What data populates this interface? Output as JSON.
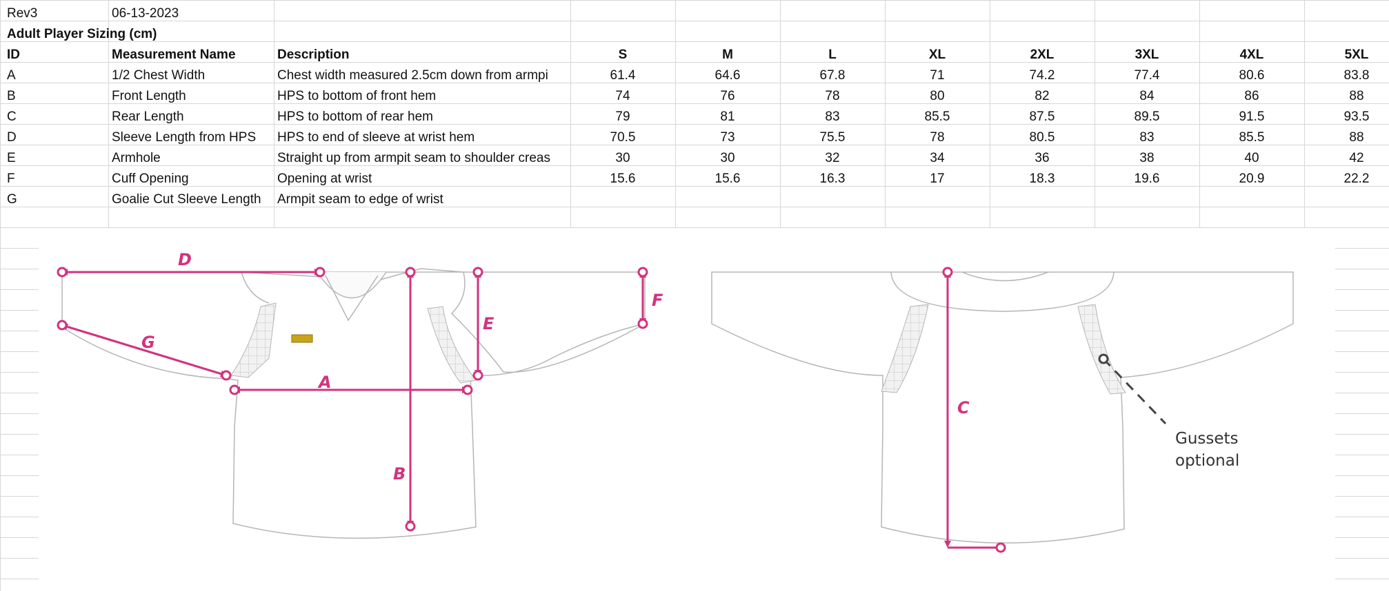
{
  "sheet": {
    "rev_label": "Rev3",
    "rev_date": "06-13-2023",
    "title": "Adult Player Sizing (cm)",
    "headers": {
      "id": "ID",
      "name": "Measurement Name",
      "description": "Description",
      "sizes": [
        "S",
        "M",
        "L",
        "XL",
        "2XL",
        "3XL",
        "4XL",
        "5XL"
      ]
    },
    "rows": [
      {
        "id": "A",
        "name": "1/2 Chest Width",
        "description": "Chest width measured 2.5cm down from armpi",
        "values": [
          "61.4",
          "64.6",
          "67.8",
          "71",
          "74.2",
          "77.4",
          "80.6",
          "83.8"
        ]
      },
      {
        "id": "B",
        "name": "Front Length",
        "description": "HPS to bottom of front hem",
        "values": [
          "74",
          "76",
          "78",
          "80",
          "82",
          "84",
          "86",
          "88"
        ]
      },
      {
        "id": "C",
        "name": "Rear Length",
        "description": "HPS to bottom of rear hem",
        "values": [
          "79",
          "81",
          "83",
          "85.5",
          "87.5",
          "89.5",
          "91.5",
          "93.5"
        ]
      },
      {
        "id": "D",
        "name": "Sleeve Length from HPS",
        "description": "HPS to end of sleeve at wrist hem",
        "values": [
          "70.5",
          "73",
          "75.5",
          "78",
          "80.5",
          "83",
          "85.5",
          "88"
        ]
      },
      {
        "id": "E",
        "name": "Armhole",
        "description": "Straight up from armpit seam to shoulder creas",
        "values": [
          "30",
          "30",
          "32",
          "34",
          "36",
          "38",
          "40",
          "42"
        ]
      },
      {
        "id": "F",
        "name": "Cuff Opening",
        "description": "Opening at wrist",
        "values": [
          "15.6",
          "15.6",
          "16.3",
          "17",
          "18.3",
          "19.6",
          "20.9",
          "22.2"
        ]
      },
      {
        "id": "G",
        "name": "Goalie Cut Sleeve Length",
        "description": "Armpit seam to edge of wrist",
        "values": [
          "",
          "",
          "",
          "",
          "",
          "",
          "",
          ""
        ]
      }
    ]
  },
  "figure": {
    "labels": {
      "a": "A",
      "b": "B",
      "c": "C",
      "d": "D",
      "e": "E",
      "f": "F",
      "g": "G"
    },
    "gusset_note_line1": "Gussets",
    "gusset_note_line2": "optional",
    "accent_color": "#d1337f"
  }
}
